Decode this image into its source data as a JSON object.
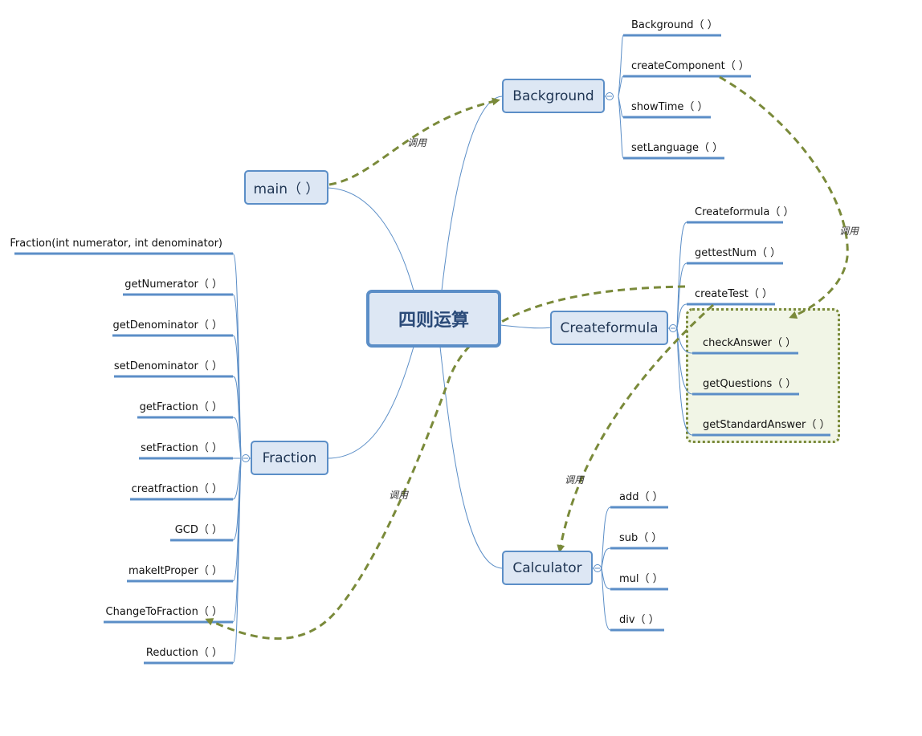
{
  "root": {
    "label": "四则运算"
  },
  "nodes": {
    "main": "main（ ）",
    "background": "Background",
    "fraction": "Fraction",
    "createformula": "Createformula",
    "calculator": "Calculator"
  },
  "background_leaves": [
    "Background（ ）",
    "createComponent（ ）",
    "showTime（ ）",
    "setLanguage（ ）"
  ],
  "createformula_leaves": [
    "Createformula（ ）",
    "gettestNum（ ）",
    "createTest（ ）",
    "checkAnswer（ ）",
    "getQuestions（ ）",
    "getStandardAnswer（ ）"
  ],
  "calculator_leaves": [
    "add（ ）",
    "sub（ ）",
    "mul（ ）",
    "div（ ）"
  ],
  "fraction_leaves": [
    "Fraction(int numerator, int denominator)",
    "getNumerator（ ）",
    "getDenominator（ ）",
    "setDenominator（ ）",
    "getFraction（ ）",
    "setFraction（ ）",
    "creatfraction（ ）",
    "GCD（ ）",
    "makeItProper（ ）",
    "ChangeToFraction（ ）",
    "Reduction（ ）"
  ],
  "edge_labels": {
    "call1": "调用",
    "call2": "调用",
    "call3": "调用",
    "call4": "调用"
  },
  "colors": {
    "node_fill": "#dde7f4",
    "node_border": "#5b8ec7",
    "branch_line": "#5b8ec7",
    "call_arrow": "#7a8a3a",
    "group_fill": "#f1f5e6"
  }
}
